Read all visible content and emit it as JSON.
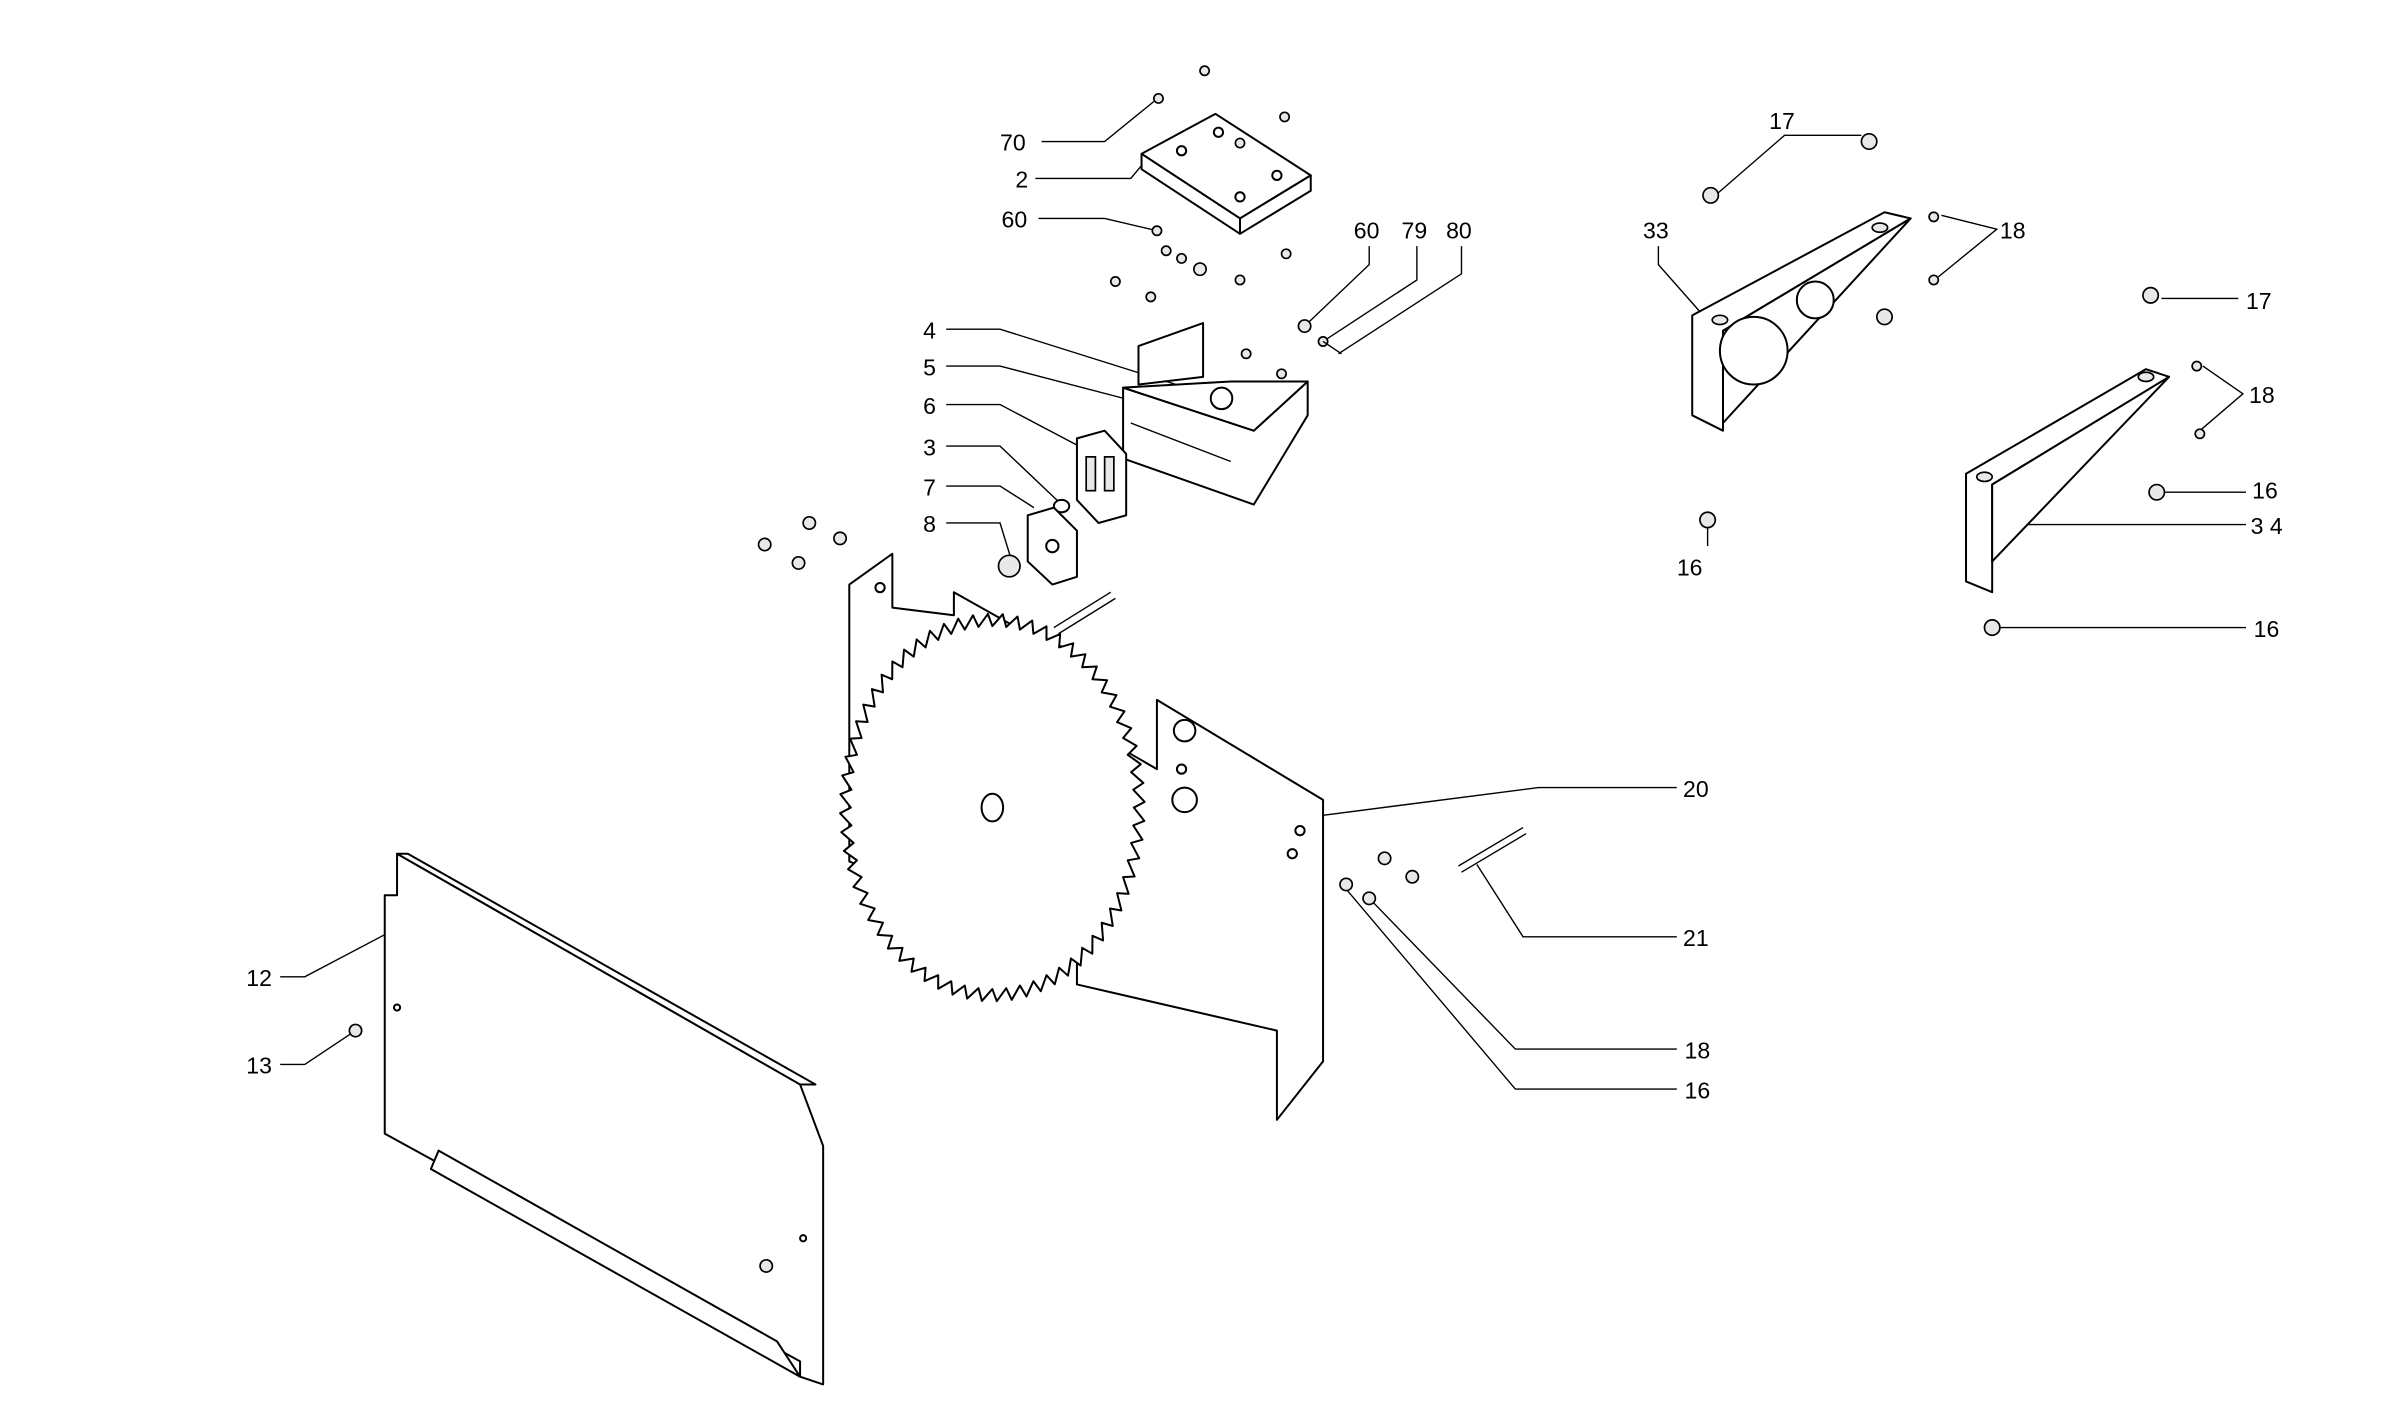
{
  "diagram": {
    "type": "exploded-parts-view",
    "callouts": [
      {
        "id": "c70",
        "text": "70"
      },
      {
        "id": "c2",
        "text": "2"
      },
      {
        "id": "c60a",
        "text": "60"
      },
      {
        "id": "c60b",
        "text": "60"
      },
      {
        "id": "c79",
        "text": "79"
      },
      {
        "id": "c80",
        "text": "80"
      },
      {
        "id": "c4",
        "text": "4"
      },
      {
        "id": "c5",
        "text": "5"
      },
      {
        "id": "c6",
        "text": "6"
      },
      {
        "id": "c3",
        "text": "3"
      },
      {
        "id": "c7",
        "text": "7"
      },
      {
        "id": "c8",
        "text": "8"
      },
      {
        "id": "c17a",
        "text": "17"
      },
      {
        "id": "c33",
        "text": "33"
      },
      {
        "id": "c18a",
        "text": "18"
      },
      {
        "id": "c17b",
        "text": "17"
      },
      {
        "id": "c18b",
        "text": "18"
      },
      {
        "id": "c16a",
        "text": "16"
      },
      {
        "id": "c34",
        "text": "3 4"
      },
      {
        "id": "c16b",
        "text": "16"
      },
      {
        "id": "c16c",
        "text": "16"
      },
      {
        "id": "c20",
        "text": "20"
      },
      {
        "id": "c21",
        "text": "21"
      },
      {
        "id": "c18c",
        "text": "18"
      },
      {
        "id": "c16d",
        "text": "16"
      },
      {
        "id": "c12",
        "text": "12"
      },
      {
        "id": "c13",
        "text": "13"
      }
    ]
  }
}
